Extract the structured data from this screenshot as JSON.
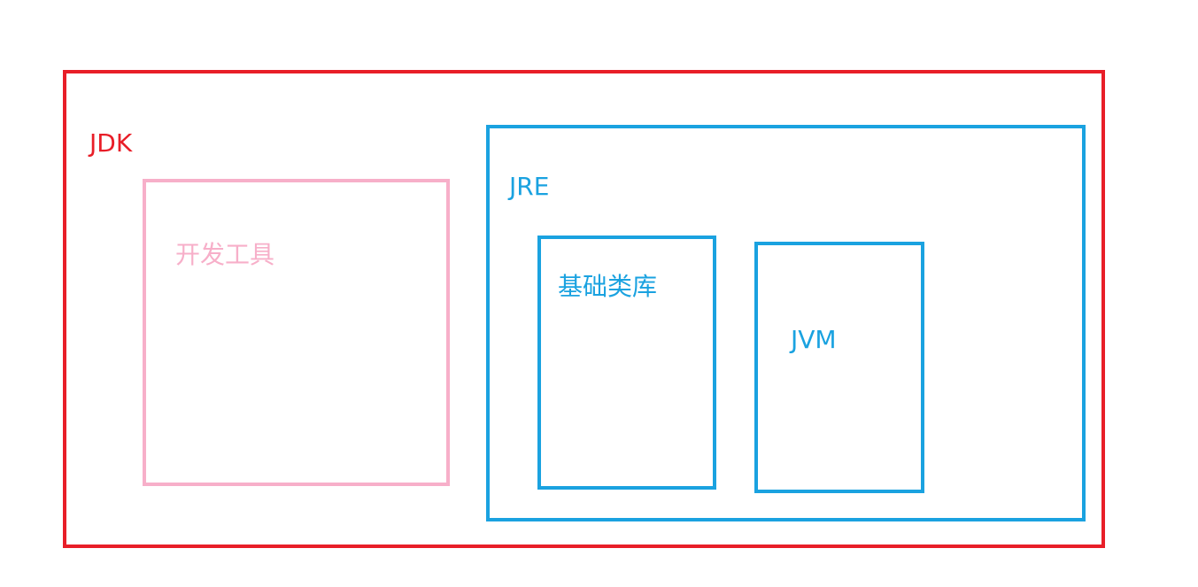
{
  "colors": {
    "jdk": "#e81e28",
    "dev_tools": "#f7afc9",
    "jre": "#1aa2e0"
  },
  "jdk": {
    "label": "JDK",
    "dev_tools": {
      "label": "开发工具"
    },
    "jre": {
      "label": "JRE",
      "class_library": {
        "label": "基础类库"
      },
      "jvm": {
        "label": "JVM"
      }
    }
  }
}
